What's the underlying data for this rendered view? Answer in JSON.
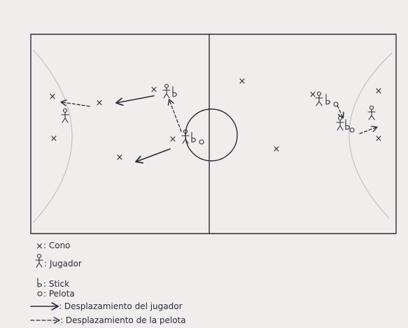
{
  "legend": [
    {
      "symbol": "×",
      "text": ": Cono"
    },
    {
      "symbol": "jugador-figure",
      "text": ": Jugador"
    },
    {
      "symbol": "b",
      "text": ": Stick"
    },
    {
      "symbol": "o",
      "text": ": Pelota"
    },
    {
      "symbol": "solid-arrow",
      "text": ": Desplazamiento del jugador"
    },
    {
      "symbol": "dashed-arrow",
      "text": ": Desplazamiento de la pelota"
    }
  ],
  "colors": {
    "paper": "#efeeec",
    "ink": "#2b2b3a",
    "pencil": "#c2c2c8"
  }
}
